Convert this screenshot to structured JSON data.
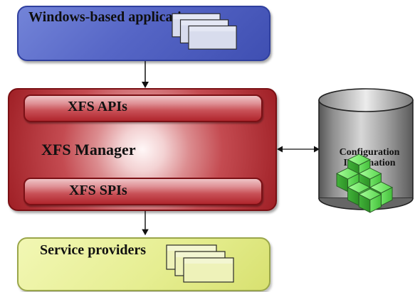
{
  "top_box": {
    "label": "Windows-based applications"
  },
  "manager": {
    "api_label": "XFS APIs",
    "label": "XFS Manager",
    "spi_label": "XFS SPIs"
  },
  "config": {
    "label": "Configuration Information"
  },
  "bottom_box": {
    "label": "Service providers"
  },
  "icons": {
    "top_stack": "document-stack-icon",
    "bottom_stack": "document-stack-icon",
    "cubes": "cubes-icon",
    "database": "database-icon"
  },
  "colors": {
    "top_box": "#5666c6",
    "manager": "#c44b51",
    "bottom_box": "#e6ee92",
    "config_db": "#8b8b8b",
    "cubes": "#64e25e"
  }
}
